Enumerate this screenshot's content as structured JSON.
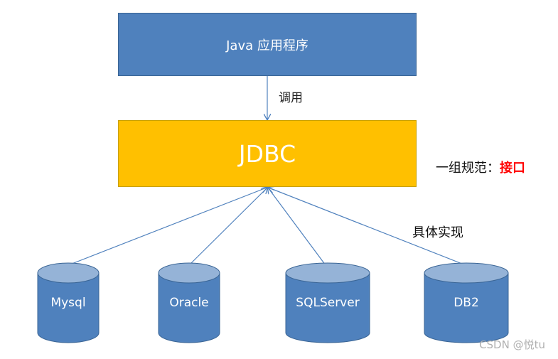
{
  "app_box": {
    "label": "Java 应用程序"
  },
  "call_label": "调用",
  "jdbc_box": {
    "label": "JDBC"
  },
  "spec_label": {
    "prefix": "一组规范：",
    "highlight": "接口"
  },
  "impl_label": "具体实现",
  "databases": [
    {
      "label": "Mysql"
    },
    {
      "label": "Oracle"
    },
    {
      "label": "SQLServer"
    },
    {
      "label": "DB2"
    }
  ],
  "watermark": "CSDN @悦tu",
  "colors": {
    "app_fill": "#4f81bd",
    "jdbc_fill": "#ffc000",
    "db_fill": "#4f81bd",
    "db_top": "#95b3d7",
    "arrow": "#4f81bd",
    "highlight": "#ff0000"
  }
}
